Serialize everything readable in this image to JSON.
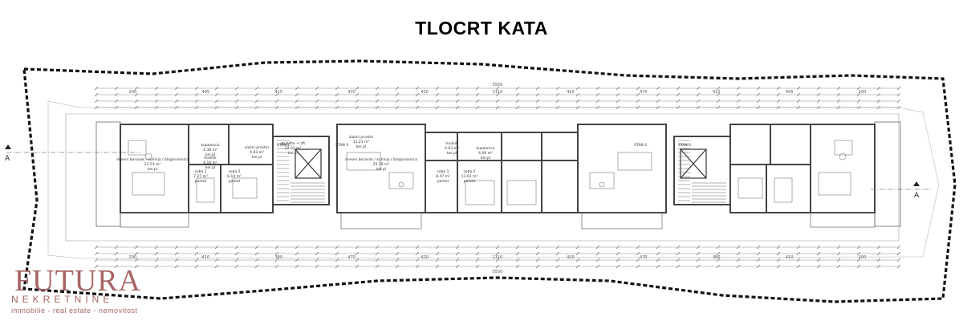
{
  "title": "TLOCRT KATA",
  "section_marker": "A",
  "logo": {
    "name": "FUTURA",
    "subtitle": "NEKRETNINE",
    "tagline": "immobilie - real estate - nemovitost"
  },
  "colors": {
    "boundary": "#111111",
    "walls": "#444444",
    "dimensions": "#777777",
    "logo": "#a86464"
  },
  "dimensions": {
    "total_top": "5550",
    "total_bottom": "5550",
    "top_row": [
      "200",
      "495",
      "415",
      "470",
      "420",
      "1110",
      "420",
      "470",
      "410",
      "495",
      "200"
    ],
    "bottom_row": [
      "200",
      "410",
      "380",
      "470",
      "420",
      "1110",
      "420",
      "470",
      "380",
      "410",
      "200"
    ]
  },
  "stair_labels": [
    "STAN 2",
    "STAN 3",
    "STAN 4",
    "STAN 5"
  ],
  "rooms": [
    {
      "label": "dnevni boravak / kuhinja / blagovaonica",
      "area": "22.53 m²",
      "floor": "ker.pl"
    },
    {
      "label": "kupaonica",
      "area": "4.38 m²",
      "floor": "ker.pl"
    },
    {
      "label": "hodnik",
      "area": "4.16 m²",
      "floor": "ker.pl"
    },
    {
      "label": "soba 1",
      "area": "7.27 m²",
      "floor": "parket"
    },
    {
      "label": "soba 2",
      "area": "8.14 m²",
      "floor": "parket"
    },
    {
      "label": "ulazni prostor",
      "area": "4.83 m²",
      "floor": "ker.pl"
    },
    {
      "label": "stubište + lift",
      "area": "22.03 m²",
      "floor": "ker.pl"
    },
    {
      "label": "ulazni prostor",
      "area": "11.21 m²",
      "floor": "ker.pl"
    },
    {
      "label": "dnevni boravak / kuhinja / blagovaonica",
      "area": "25.76 m²",
      "floor": "ker.pl"
    },
    {
      "label": "hodnik",
      "area": "4.63 m²",
      "floor": "ker.pl"
    },
    {
      "label": "kupaonica",
      "area": "4.09 m²",
      "floor": "ker.pl"
    },
    {
      "label": "soba 1",
      "area": "8.47 m²",
      "floor": "parket"
    },
    {
      "label": "soba 2",
      "area": "11.61 m²",
      "floor": "parket"
    }
  ]
}
